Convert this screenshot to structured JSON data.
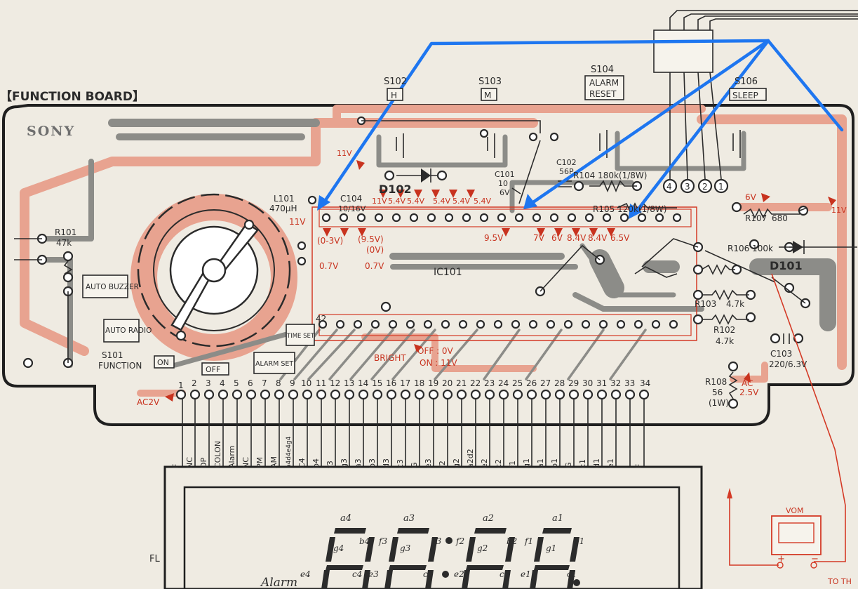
{
  "board_title": "【FUNCTION BOARD】",
  "brand": "SONY",
  "switches": [
    {
      "ref": "S102",
      "label": "H"
    },
    {
      "ref": "S103",
      "label": "M"
    },
    {
      "ref": "S104",
      "label": "ALARM RESET",
      "label_lines": [
        "ALARM",
        "RESET"
      ]
    },
    {
      "ref": "S106",
      "label": "SLEEP"
    }
  ],
  "components": {
    "l101": [
      "L101",
      "470μH"
    ],
    "c104": [
      "C104",
      "10/16V"
    ],
    "c101": [
      "C101",
      "10",
      "6V"
    ],
    "c102": [
      "C102",
      "56P"
    ],
    "r104": "R104  180k(1/8W)",
    "r105": "R105  120k(1/8W)",
    "r107": [
      "R107",
      "680"
    ],
    "r106": "R106 100k",
    "d101": "D101",
    "d102": "D102",
    "r103": [
      "R103",
      "4.7k"
    ],
    "r102": [
      "R102",
      "4.7k"
    ],
    "c103": [
      "C103",
      "220/6.3V"
    ],
    "r108": [
      "R108",
      "56",
      "(1W)"
    ],
    "r101": [
      "R101",
      "47k"
    ],
    "ic101": "IC101",
    "s101": [
      "S101",
      "FUNCTION"
    ]
  },
  "function_positions": [
    "AUTO BUZZER",
    "AUTO RADIO",
    "ON",
    "OFF",
    "ALARM SET",
    "TIME SET"
  ],
  "voltages": {
    "top": [
      "11V",
      "5.4V",
      "5.4V",
      "5.4V",
      "5.4V",
      "5.4V"
    ],
    "left": [
      "11V",
      "(0-3V)",
      "(9.5V)",
      "(0V)",
      "0.7V",
      "0.7V"
    ],
    "mid": [
      "9.5V",
      "7V",
      "6V",
      "8.4V",
      "8.4V",
      "6.5V"
    ],
    "right": [
      "6V",
      "11V"
    ],
    "ac2v": "AC2V",
    "ac25v": [
      "AC",
      "2.5V"
    ],
    "bright": "BRIGHT",
    "off_on": [
      "OFF : 0V",
      "ON : 11V"
    ],
    "upper_11v": "11V"
  },
  "pins": [
    "1",
    "2",
    "3",
    "4",
    "5",
    "6",
    "7",
    "8",
    "9",
    "10",
    "11",
    "12",
    "13",
    "14",
    "15",
    "16",
    "17",
    "18",
    "19",
    "20",
    "21",
    "22",
    "23",
    "24",
    "25",
    "26",
    "27",
    "28",
    "29",
    "30",
    "31",
    "32",
    "33",
    "34"
  ],
  "ic_pin_42": "42",
  "connector_nums": [
    "4",
    "3",
    "2",
    "1"
  ],
  "signals": [
    "F",
    "NC",
    "DP",
    "COLON",
    "Alarm",
    "NC",
    "PM",
    "AM",
    "a4d4e4g4",
    "C4",
    "b4",
    "f3",
    "g3",
    "a3",
    "b3",
    "d3",
    "c3",
    "G",
    "e3",
    "f2",
    "g2",
    "a2d2",
    "e2",
    "c2",
    "f1",
    "g1",
    "a1",
    "b1",
    "G",
    "c1",
    "d1",
    "e1",
    "F"
  ],
  "display": {
    "fl": "FL",
    "alarm": "Alarm",
    "top_segments": [
      "a4",
      "a3",
      "a2",
      "a1"
    ],
    "row2": [
      "g4",
      "b4",
      "f3",
      "g3",
      "b3",
      "f2",
      "g2",
      "b2",
      "f1",
      "g1",
      "b1"
    ],
    "row3": [
      "e4",
      "c4",
      "e3",
      "c3",
      "e2",
      "c2",
      "e1",
      "c1"
    ]
  },
  "vom": {
    "label": "VOM",
    "plus": "+",
    "minus": "−"
  },
  "to_text": "TO TH",
  "colors": {
    "arrow": "#1e76f0",
    "annotation": "#c8331f",
    "trace": "#8c8c88",
    "power_trace": "#e8a390"
  }
}
